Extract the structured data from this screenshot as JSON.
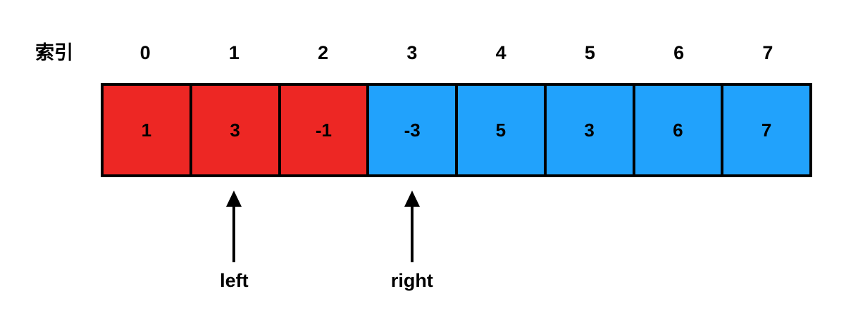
{
  "figure": {
    "background_color": "#ffffff",
    "index_caption": "索引",
    "colors": {
      "red": "#ED2724",
      "blue": "#21A2FC",
      "border": "#000000",
      "text": "#000000"
    }
  },
  "array": {
    "indices": [
      "0",
      "1",
      "2",
      "3",
      "4",
      "5",
      "6",
      "7"
    ],
    "cells": [
      {
        "index": "0",
        "value": "1",
        "color": "red"
      },
      {
        "index": "1",
        "value": "3",
        "color": "red"
      },
      {
        "index": "2",
        "value": "-1",
        "color": "red"
      },
      {
        "index": "3",
        "value": "-3",
        "color": "blue"
      },
      {
        "index": "4",
        "value": "5",
        "color": "blue"
      },
      {
        "index": "5",
        "value": "3",
        "color": "blue"
      },
      {
        "index": "6",
        "value": "6",
        "color": "blue"
      },
      {
        "index": "7",
        "value": "7",
        "color": "blue"
      }
    ]
  },
  "pointers": [
    {
      "name": "left",
      "label": "left",
      "target_index": 1
    },
    {
      "name": "right",
      "label": "right",
      "target_index": 3
    }
  ]
}
